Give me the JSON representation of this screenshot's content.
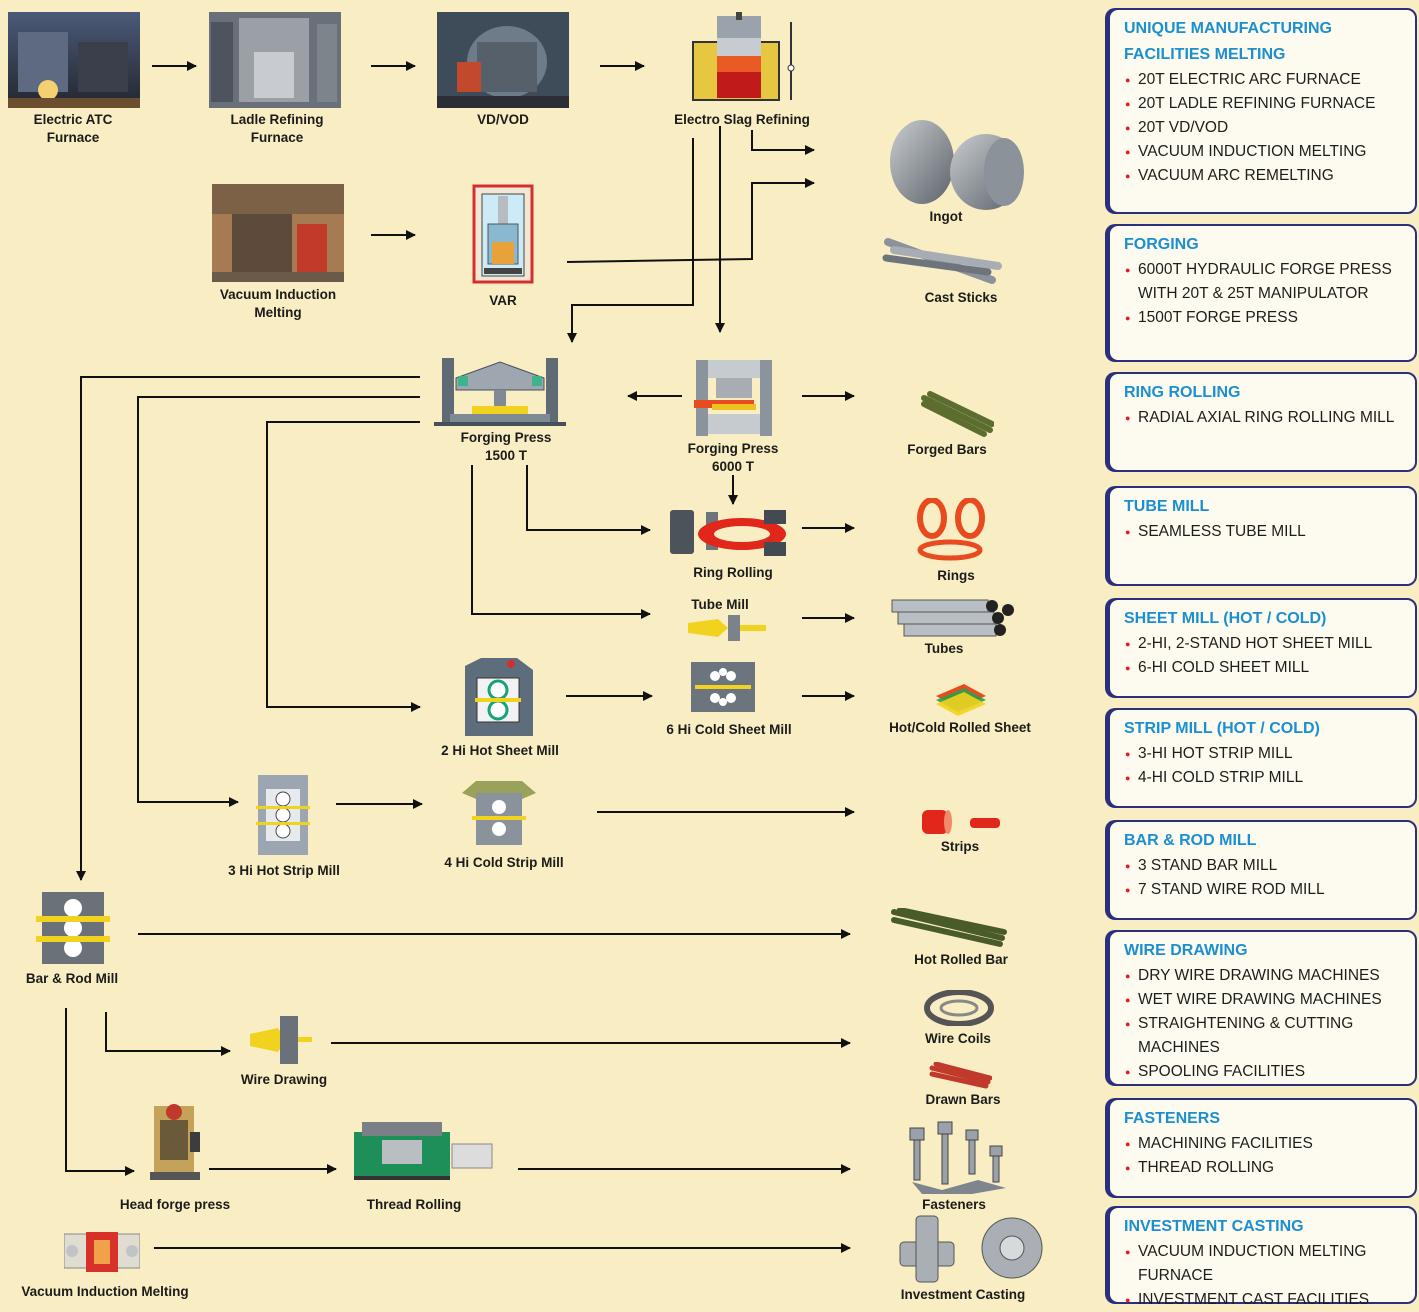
{
  "process_labels": {
    "electric_atc_furnace": "Electric ATC\nFurnace",
    "ladle_refining_furnace": "Ladle Refining\nFurnace",
    "vd_vod": "VD/VOD",
    "electro_slag_refining": "Electro Slag Refining",
    "vacuum_induction_melting": "Vacuum Induction\nMelting",
    "var": "VAR",
    "forging_press_1500": "Forging Press\n1500 T",
    "forging_press_6000": "Forging Press\n6000 T",
    "ring_rolling": "Ring Rolling",
    "tube_mill": "Tube Mill",
    "hot_sheet_mill_2hi": "2 Hi Hot Sheet Mill",
    "cold_sheet_mill_6hi": "6 Hi Cold Sheet Mill",
    "hot_strip_mill_3hi": "3 Hi Hot Strip Mill",
    "cold_strip_mill_4hi": "4 Hi Cold Strip Mill",
    "bar_rod_mill": "Bar & Rod Mill",
    "wire_drawing": "Wire Drawing",
    "head_forge_press": "Head forge press",
    "thread_rolling": "Thread Rolling",
    "vacuum_induction_melting_2": "Vacuum Induction Melting"
  },
  "product_labels": {
    "ingot": "Ingot",
    "cast_sticks": "Cast Sticks",
    "forged_bars": "Forged Bars",
    "rings": "Rings",
    "tubes": "Tubes",
    "hot_cold_rolled_sheet": "Hot/Cold Rolled Sheet",
    "strips": "Strips",
    "hot_rolled_bar": "Hot Rolled Bar",
    "wire_coils": "Wire Coils",
    "drawn_bars": "Drawn Bars",
    "fasteners": "Fasteners",
    "investment_casting": "Investment Casting"
  },
  "facilities": [
    {
      "title": "UNIQUE MANUFACTURING FACILITIES MELTING",
      "items": [
        "20T ELECTRIC ARC FURNACE",
        "20T LADLE REFINING FURNACE",
        "20T VD/VOD",
        "VACUUM INDUCTION MELTING",
        "VACUUM ARC REMELTING"
      ]
    },
    {
      "title": "FORGING",
      "items": [
        "6000T HYDRAULIC FORGE PRESS WITH 20T & 25T MANIPULATOR",
        "1500T FORGE PRESS"
      ]
    },
    {
      "title": "RING ROLLING",
      "items": [
        "RADIAL AXIAL RING ROLLING MILL"
      ]
    },
    {
      "title": "TUBE MILL",
      "items": [
        "SEAMLESS TUBE MILL"
      ]
    },
    {
      "title": "SHEET MILL (HOT / COLD)",
      "items": [
        "2-HI, 2-STAND HOT SHEET MILL",
        "6-HI COLD SHEET MILL"
      ]
    },
    {
      "title": "STRIP MILL (HOT / COLD)",
      "items": [
        "3-HI HOT STRIP MILL",
        "4-HI COLD STRIP MILL"
      ]
    },
    {
      "title": "BAR & ROD MILL",
      "items": [
        "3 STAND BAR MILL",
        "7 STAND WIRE ROD MILL"
      ]
    },
    {
      "title": "WIRE DRAWING",
      "items": [
        "DRY WIRE DRAWING MACHINES",
        "WET WIRE DRAWING MACHINES",
        "STRAIGHTENING & CUTTING MACHINES",
        "SPOOLING FACILITIES"
      ]
    },
    {
      "title": "FASTENERS",
      "items": [
        "MACHINING FACILITIES",
        "THREAD ROLLING"
      ]
    },
    {
      "title": "INVESTMENT CASTING",
      "items": [
        "VACUUM INDUCTION MELTING FURNACE",
        "INVESTMENT CAST FACILITIES"
      ]
    }
  ],
  "colors": {
    "background": "#f9eec3",
    "panel_title": "#1b8fd0",
    "panel_border": "#2a2f7e",
    "bullet": "#e02020"
  }
}
